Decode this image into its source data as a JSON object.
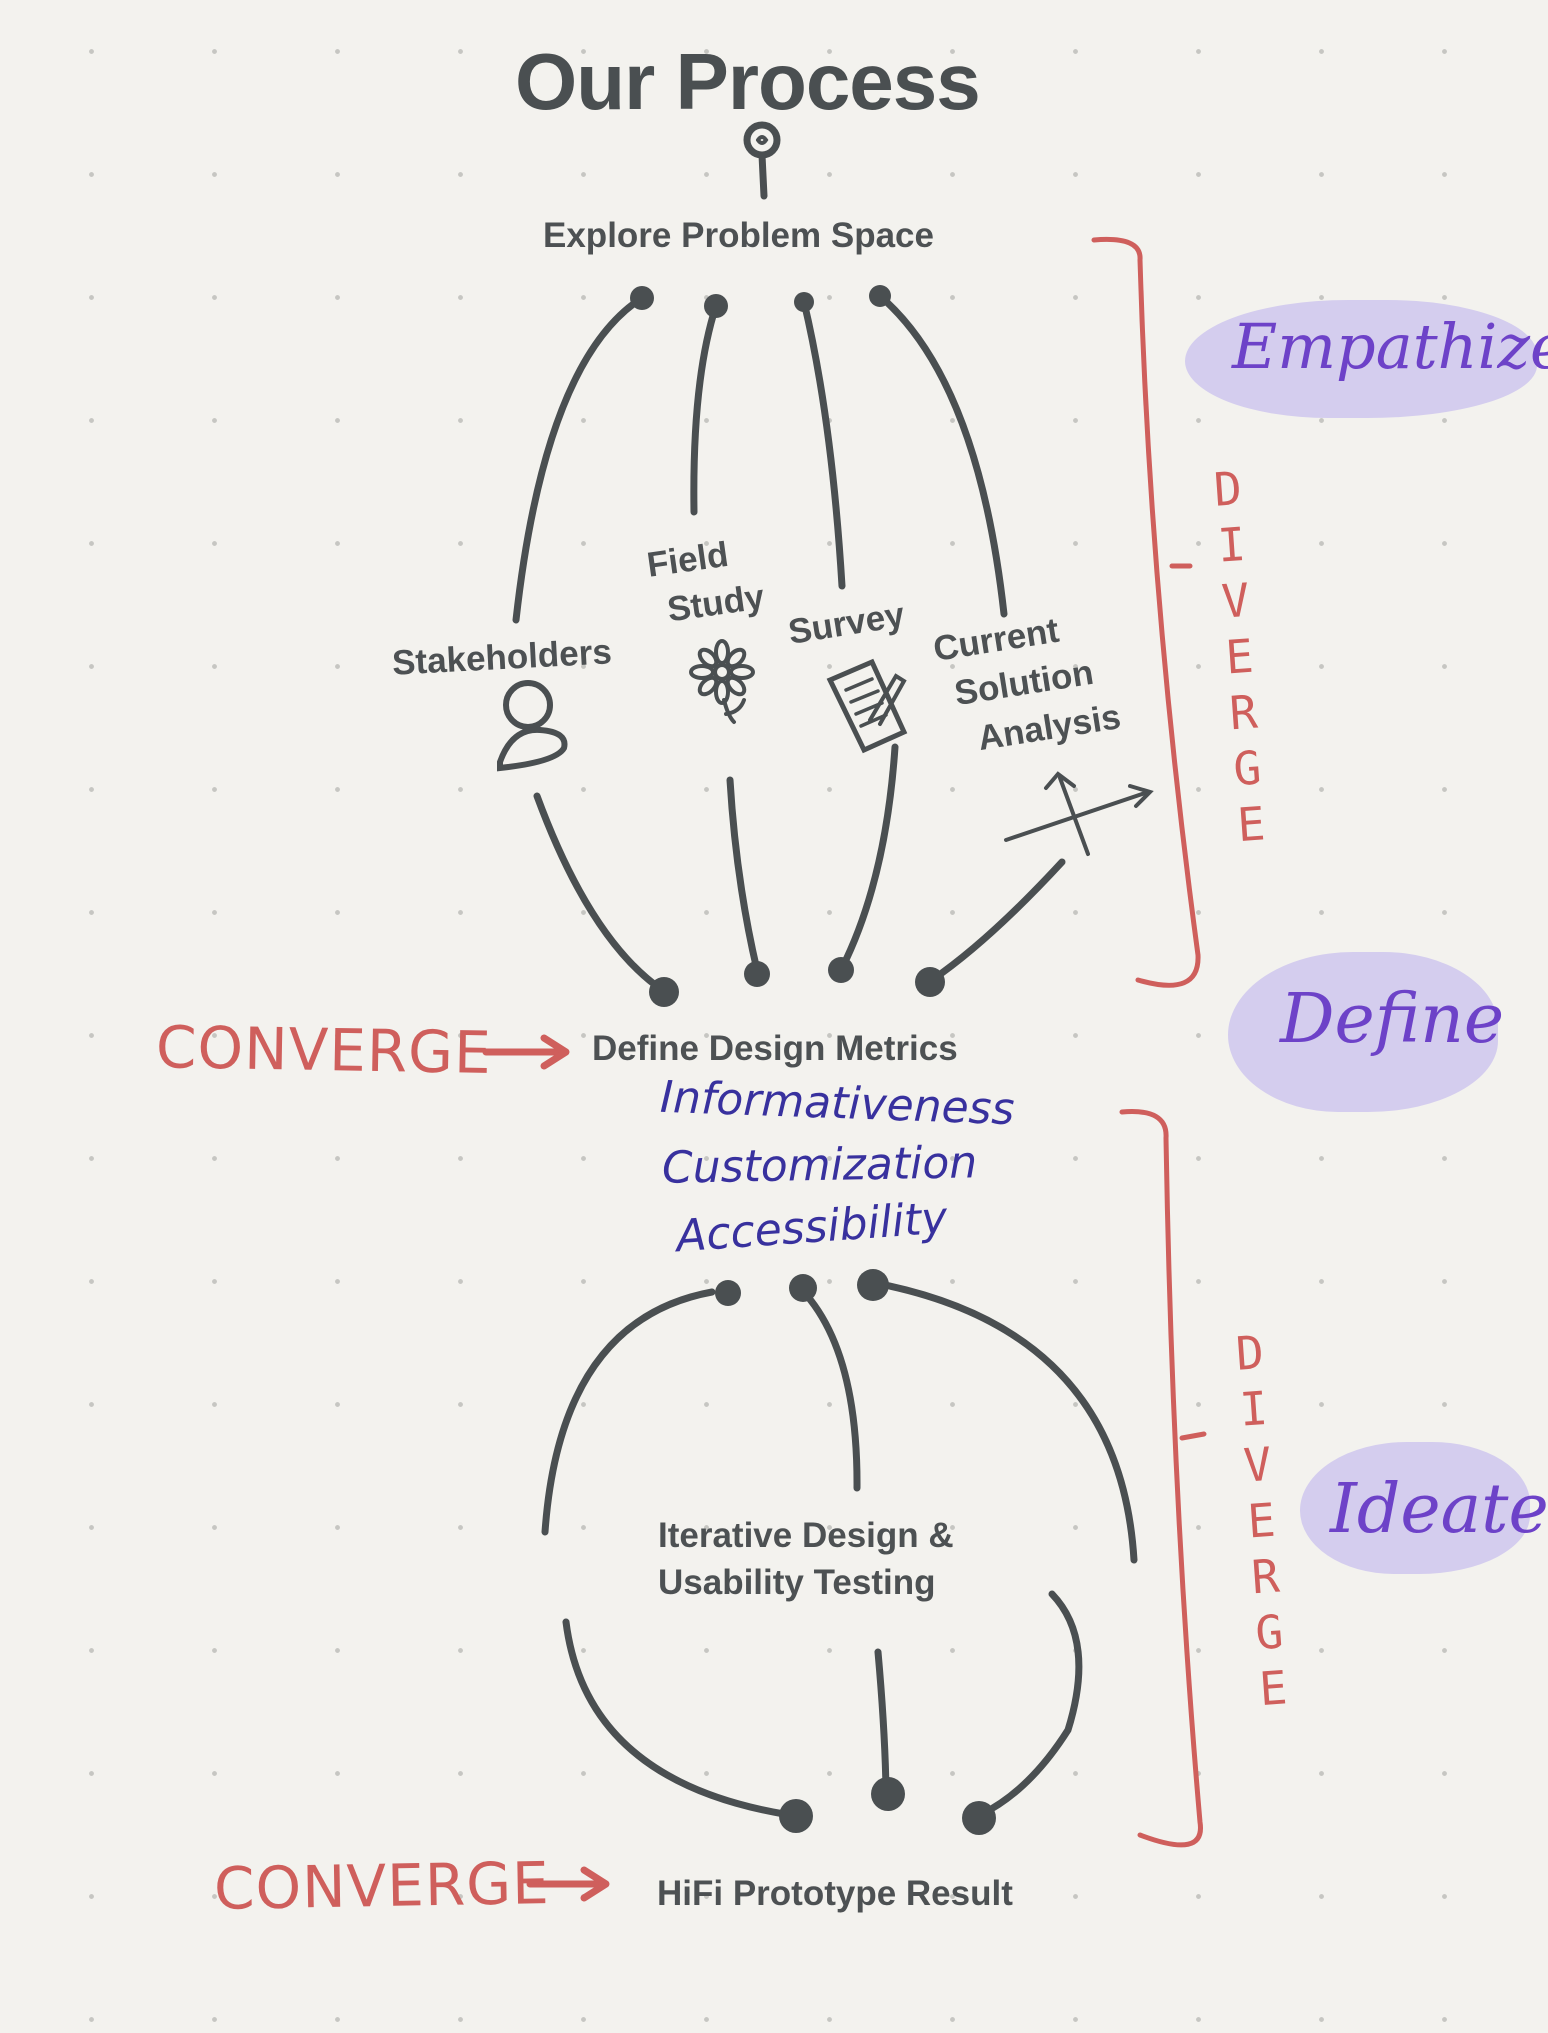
{
  "title": "Our Process",
  "nodes": {
    "explore": "Explore Problem Space",
    "stakeholders": "Stakeholders",
    "field_study": [
      "Field",
      "Study"
    ],
    "survey": "Survey",
    "current_solution": [
      "Current",
      "Solution",
      "Analysis"
    ],
    "define_metrics": "Define Design Metrics",
    "iterative": [
      "Iterative Design &",
      "Usability Testing"
    ],
    "hifi": "HiFi Prototype Result"
  },
  "metrics": [
    "Informativeness",
    "Customization",
    "Accessibility"
  ],
  "converge_label": "CONVERGE",
  "diverge_letters": [
    "D",
    "I",
    "V",
    "E",
    "R",
    "G",
    "E"
  ],
  "phases": [
    "Empathize",
    "Define",
    "Ideate"
  ],
  "colors": {
    "ink": "#4a4f51",
    "converge_red": "#cf5f5c",
    "metric_blue": "#38319e",
    "phase_purple": "#6d42c8",
    "phase_highlight": "#d4cdee"
  },
  "icon_names": [
    "lightbulb-icon",
    "person-icon",
    "flower-icon",
    "clipboard-icon",
    "chart-axes-icon",
    "arrow-right-icon"
  ]
}
